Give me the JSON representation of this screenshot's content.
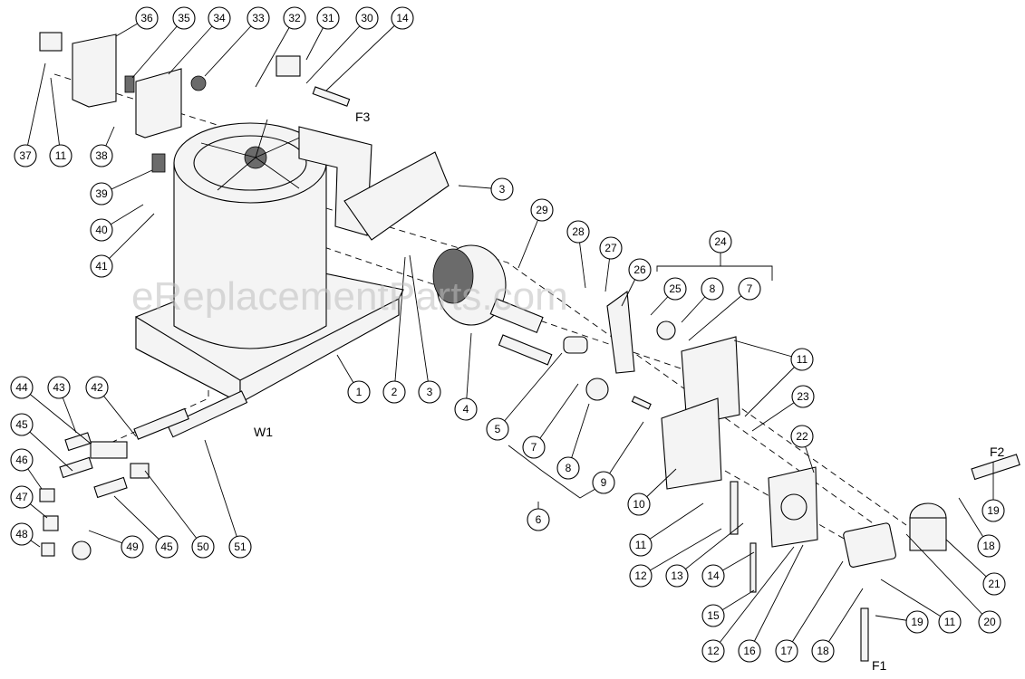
{
  "watermark": "eReplacementParts.com",
  "flags": {
    "f1": "F1",
    "f2": "F2",
    "f3": "F3",
    "w1": "W1"
  },
  "callouts": [
    "36",
    "35",
    "34",
    "33",
    "32",
    "31",
    "30",
    "14",
    "37",
    "11",
    "38",
    "39",
    "40",
    "41",
    "3",
    "29",
    "28",
    "27",
    "26",
    "24",
    "25",
    "8",
    "7",
    "11",
    "23",
    "22",
    "1",
    "2",
    "3",
    "4",
    "5",
    "7",
    "8",
    "9",
    "6",
    "10",
    "44",
    "43",
    "42",
    "45",
    "46",
    "47",
    "48",
    "49",
    "45",
    "50",
    "51",
    "19",
    "18",
    "21",
    "20",
    "11",
    "11",
    "12",
    "13",
    "14",
    "15",
    "12",
    "16",
    "17",
    "18",
    "19"
  ]
}
